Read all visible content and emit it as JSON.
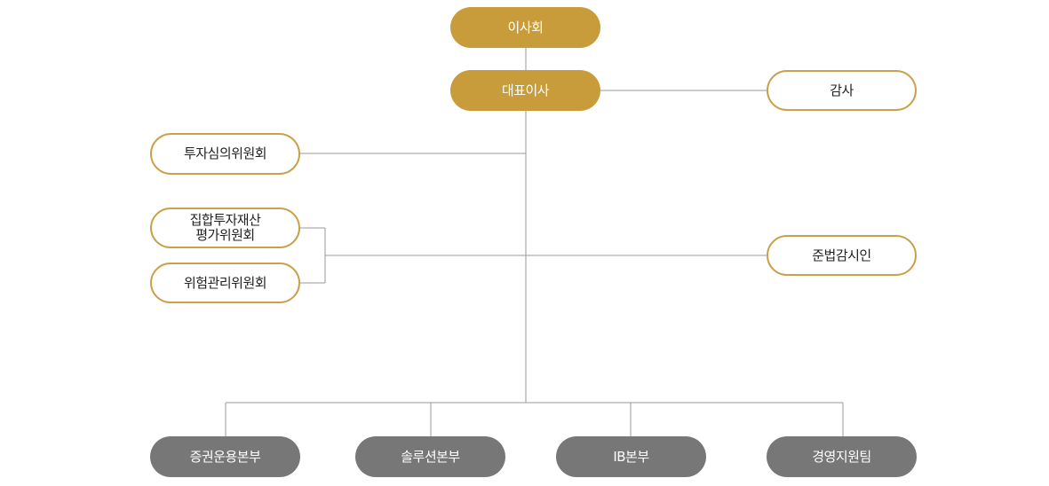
{
  "org_chart": {
    "board": "이사회",
    "ceo": "대표이사",
    "auditor": "감사",
    "investment_committee": "투자심의위원회",
    "fund_valuation_committee": "집합투자재산\n평가위원회",
    "risk_committee": "위험관리위원회",
    "compliance_officer": "준법감시인",
    "divisions": [
      {
        "label": "증권운용본부"
      },
      {
        "label": "솔루션본부"
      },
      {
        "label": "IB본부"
      },
      {
        "label": "경영지원팀"
      }
    ]
  },
  "colors": {
    "gold_fill": "#c89c3a",
    "gold_outline": "#c9a14a",
    "gray_fill": "#777777",
    "connector": "#9a9a9a"
  }
}
